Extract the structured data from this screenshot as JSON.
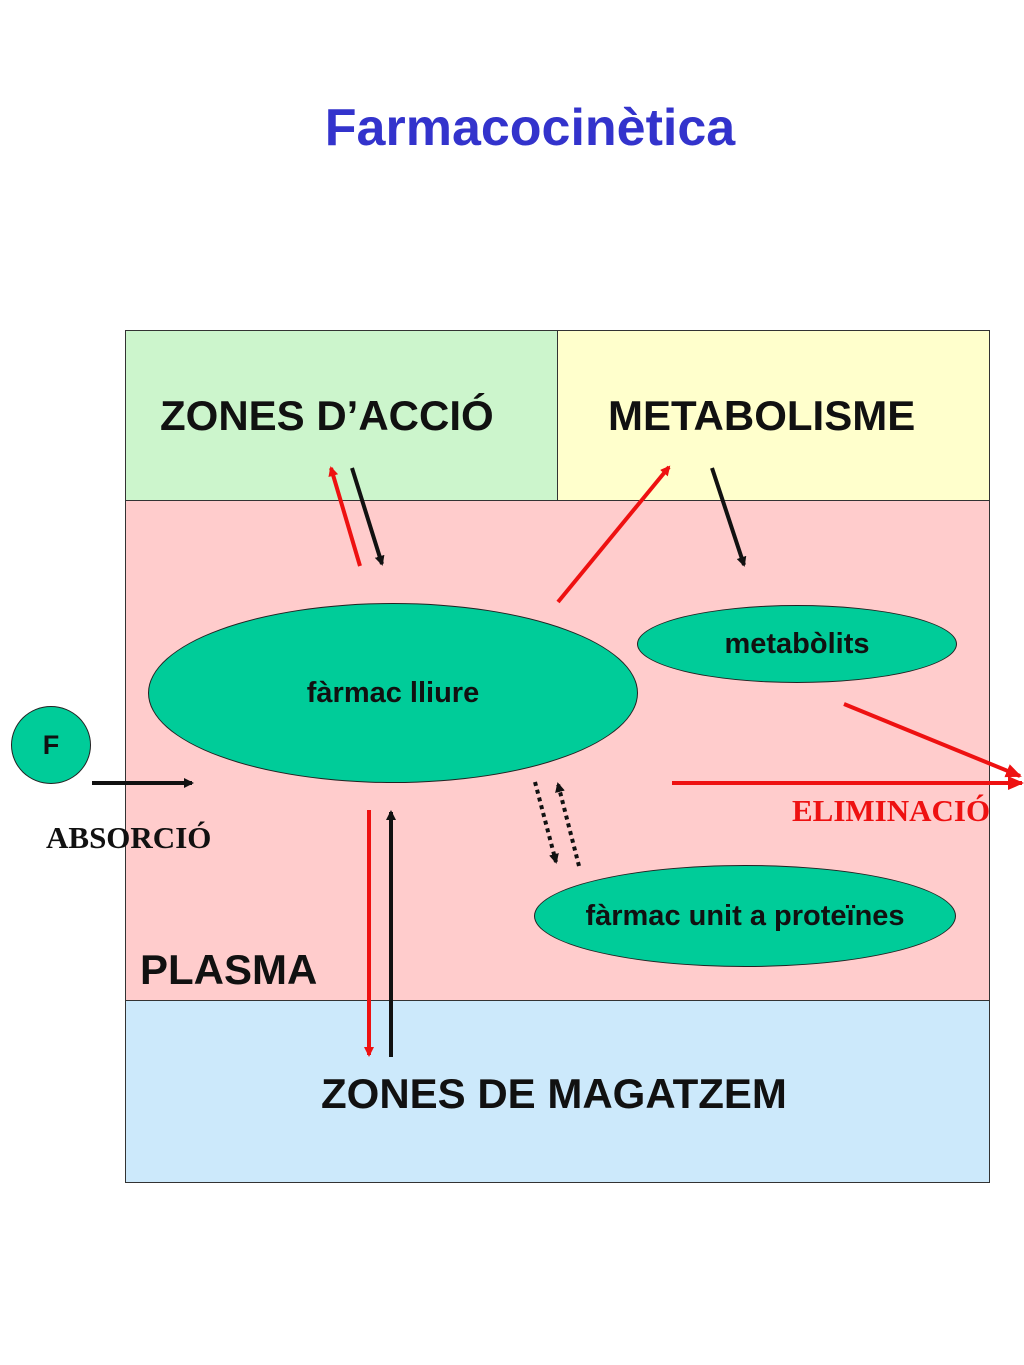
{
  "title": "Farmacocinètica",
  "zones": {
    "accio": "ZONES D’ACCIÓ",
    "metabolisme": "METABOLISME",
    "plasma": "PLASMA",
    "magatzem": "ZONES DE MAGATZEM"
  },
  "nodes": {
    "farmac_lliure": "fàrmac lliure",
    "metabolits": "metabòlits",
    "farmac_unit": "fàrmac unit a proteïnes",
    "f": "F"
  },
  "labels": {
    "absorcio": "ABSORCIÓ",
    "eliminacio": "ELIMINACIÓ"
  },
  "colors": {
    "title": "#3333cc",
    "red_arrow": "#ee1111",
    "black_arrow": "#111111",
    "zone_accio": "#ccf5cc",
    "zone_metabolisme": "#ffffcc",
    "zone_plasma": "#ffcccc",
    "zone_magatzem": "#cce9fb",
    "node_fill": "#00cc99"
  }
}
